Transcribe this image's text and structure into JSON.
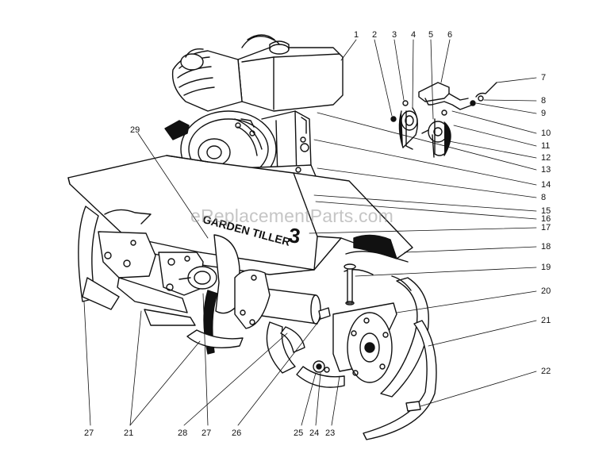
{
  "diagram": {
    "watermark": "eReplacementParts.com",
    "shield_text": "GARDEN TILLER",
    "shield_model_number": "3",
    "callouts": {
      "c1": "1",
      "c2": "2",
      "c3": "3",
      "c4": "4",
      "c5": "5",
      "c6": "6",
      "c7": "7",
      "c8": "8",
      "c9": "9",
      "c10": "10",
      "c11": "11",
      "c12": "12",
      "c13": "13",
      "c14": "14",
      "c8b": "8",
      "c15": "15",
      "c16": "16",
      "c17": "17",
      "c18": "18",
      "c19": "19",
      "c20": "20",
      "c21": "21",
      "c22": "22",
      "c29": "29",
      "b27a": "27",
      "b21": "21",
      "b28": "28",
      "b27b": "27",
      "b26": "26",
      "b25": "25",
      "b24": "24",
      "b23": "23"
    }
  },
  "colors": {
    "ink": "#111111",
    "watermark": "#969696"
  }
}
